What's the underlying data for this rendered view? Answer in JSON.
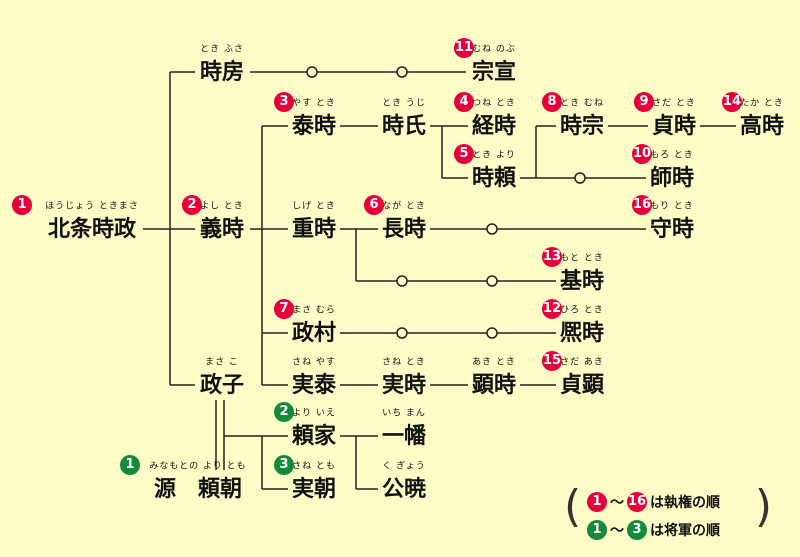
{
  "people": {
    "hojo_tokimasa": {
      "name": "北条時政",
      "ruby": "ほうじょう ときまさ",
      "regent": "1"
    },
    "tokifusa": {
      "name": "時房",
      "ruby": "とき ふさ"
    },
    "munenobu": {
      "name": "宗宣",
      "ruby": "むね のぶ",
      "regent": "11"
    },
    "yasutoki": {
      "name": "泰時",
      "ruby": "やす とき",
      "regent": "3"
    },
    "tokiuji": {
      "name": "時氏",
      "ruby": "とき うじ"
    },
    "tsunetoki": {
      "name": "経時",
      "ruby": "つね とき",
      "regent": "4"
    },
    "tokimune": {
      "name": "時宗",
      "ruby": "とき むね",
      "regent": "8"
    },
    "sadatoki": {
      "name": "貞時",
      "ruby": "さだ とき",
      "regent": "9"
    },
    "takatoki": {
      "name": "高時",
      "ruby": "たか とき",
      "regent": "14"
    },
    "tokiyori": {
      "name": "時頼",
      "ruby": "とき より",
      "regent": "5"
    },
    "morotoki": {
      "name": "師時",
      "ruby": "もろ とき",
      "regent": "10"
    },
    "yoshitoki": {
      "name": "義時",
      "ruby": "よし とき",
      "regent": "2"
    },
    "shigetoki": {
      "name": "重時",
      "ruby": "しげ とき"
    },
    "nagatoki": {
      "name": "長時",
      "ruby": "なが とき",
      "regent": "6"
    },
    "moritoki": {
      "name": "守時",
      "ruby": "もり とき",
      "regent": "16"
    },
    "mototoki": {
      "name": "基時",
      "ruby": "もと とき",
      "regent": "13"
    },
    "masamura": {
      "name": "政村",
      "ruby": "まさ むら",
      "regent": "7"
    },
    "hirotoki": {
      "name": "熈時",
      "ruby": "ひろ とき",
      "regent": "12"
    },
    "saneyasu": {
      "name": "実泰",
      "ruby": "さね やす"
    },
    "sanetoki": {
      "name": "実時",
      "ruby": "さね とき"
    },
    "akitoki": {
      "name": "顕時",
      "ruby": "あき とき"
    },
    "sadaaki": {
      "name": "貞顕",
      "ruby": "さだ あき",
      "regent": "15"
    },
    "masako": {
      "name": "政子",
      "ruby": "まさ こ"
    },
    "yoriie": {
      "name": "頼家",
      "ruby": "より いえ",
      "shogun": "2"
    },
    "ichiman": {
      "name": "一幡",
      "ruby": "いち まん"
    },
    "sanetomo": {
      "name": "実朝",
      "ruby": "さね とも",
      "shogun": "3"
    },
    "kugyo": {
      "name": "公暁",
      "ruby": "く ぎょう"
    },
    "yoritomo": {
      "name": "源　頼朝",
      "ruby": "みなもとの より とも",
      "shogun": "1"
    }
  },
  "legend": {
    "regent_from": "1",
    "regent_to": "16",
    "regent_text": "は執権の順",
    "shogun_from": "1",
    "shogun_to": "3",
    "shogun_text": "は将軍の順",
    "tilde": "～",
    "open_paren": "(",
    "close_paren": ")"
  },
  "colors": {
    "background": "#fefcc6",
    "regent_badge": "#e5003b",
    "shogun_badge": "#148a3a",
    "line": "#222222"
  }
}
